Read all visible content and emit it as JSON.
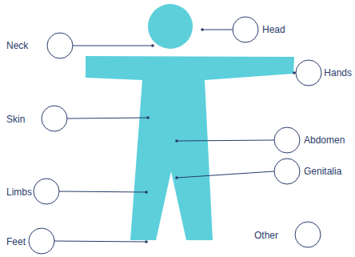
{
  "diagram": {
    "labels": [
      "Head",
      "Neck",
      "Hands",
      "Skin",
      "Abdomen",
      "Genitalia",
      "Limbs",
      "Other",
      "Feet"
    ]
  }
}
